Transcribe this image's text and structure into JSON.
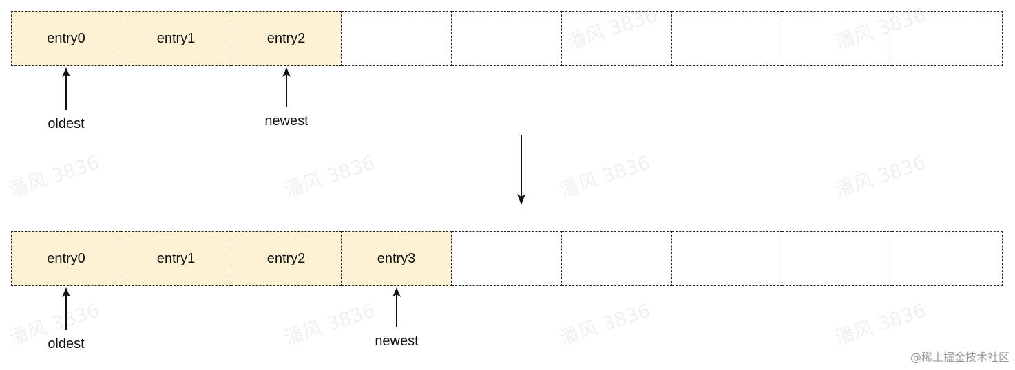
{
  "top_row": {
    "entries": [
      "entry0",
      "entry1",
      "entry2",
      "",
      "",
      "",
      "",
      "",
      ""
    ],
    "filled": [
      true,
      true,
      true,
      false,
      false,
      false,
      false,
      false,
      false
    ],
    "oldest_label": "oldest",
    "newest_label": "newest"
  },
  "bottom_row": {
    "entries": [
      "entry0",
      "entry1",
      "entry2",
      "entry3",
      "",
      "",
      "",
      "",
      ""
    ],
    "filled": [
      true,
      true,
      true,
      true,
      false,
      false,
      false,
      false,
      false
    ],
    "oldest_label": "oldest",
    "newest_label": "newest"
  },
  "watermark_text": "潘风 3836",
  "credit": "@稀土掘金技术社区",
  "colors": {
    "filled_cell": "#fdf2d4",
    "border": "#222222",
    "text": "#111111"
  }
}
